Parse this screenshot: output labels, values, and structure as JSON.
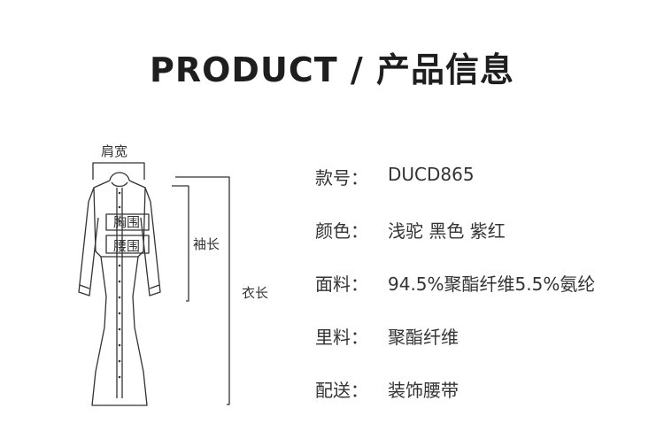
{
  "title": "PRODUCT / 产品信息",
  "diagram": {
    "shoulder_label": "肩宽",
    "chest_label": "胸围",
    "waist_label": "腰围",
    "sleeve_label": "袖长",
    "length_label": "衣长"
  },
  "info": [
    {
      "key": "款号：",
      "value": "DUCD865"
    },
    {
      "key": "颜色：",
      "value": "浅驼 黑色 紫红"
    },
    {
      "key": "面料：",
      "value": "94.5%聚酯纤维5.5%氨纶"
    },
    {
      "key": "里料：",
      "value": "聚酯纤维"
    },
    {
      "key": "配送：",
      "value": "装饰腰带"
    }
  ]
}
